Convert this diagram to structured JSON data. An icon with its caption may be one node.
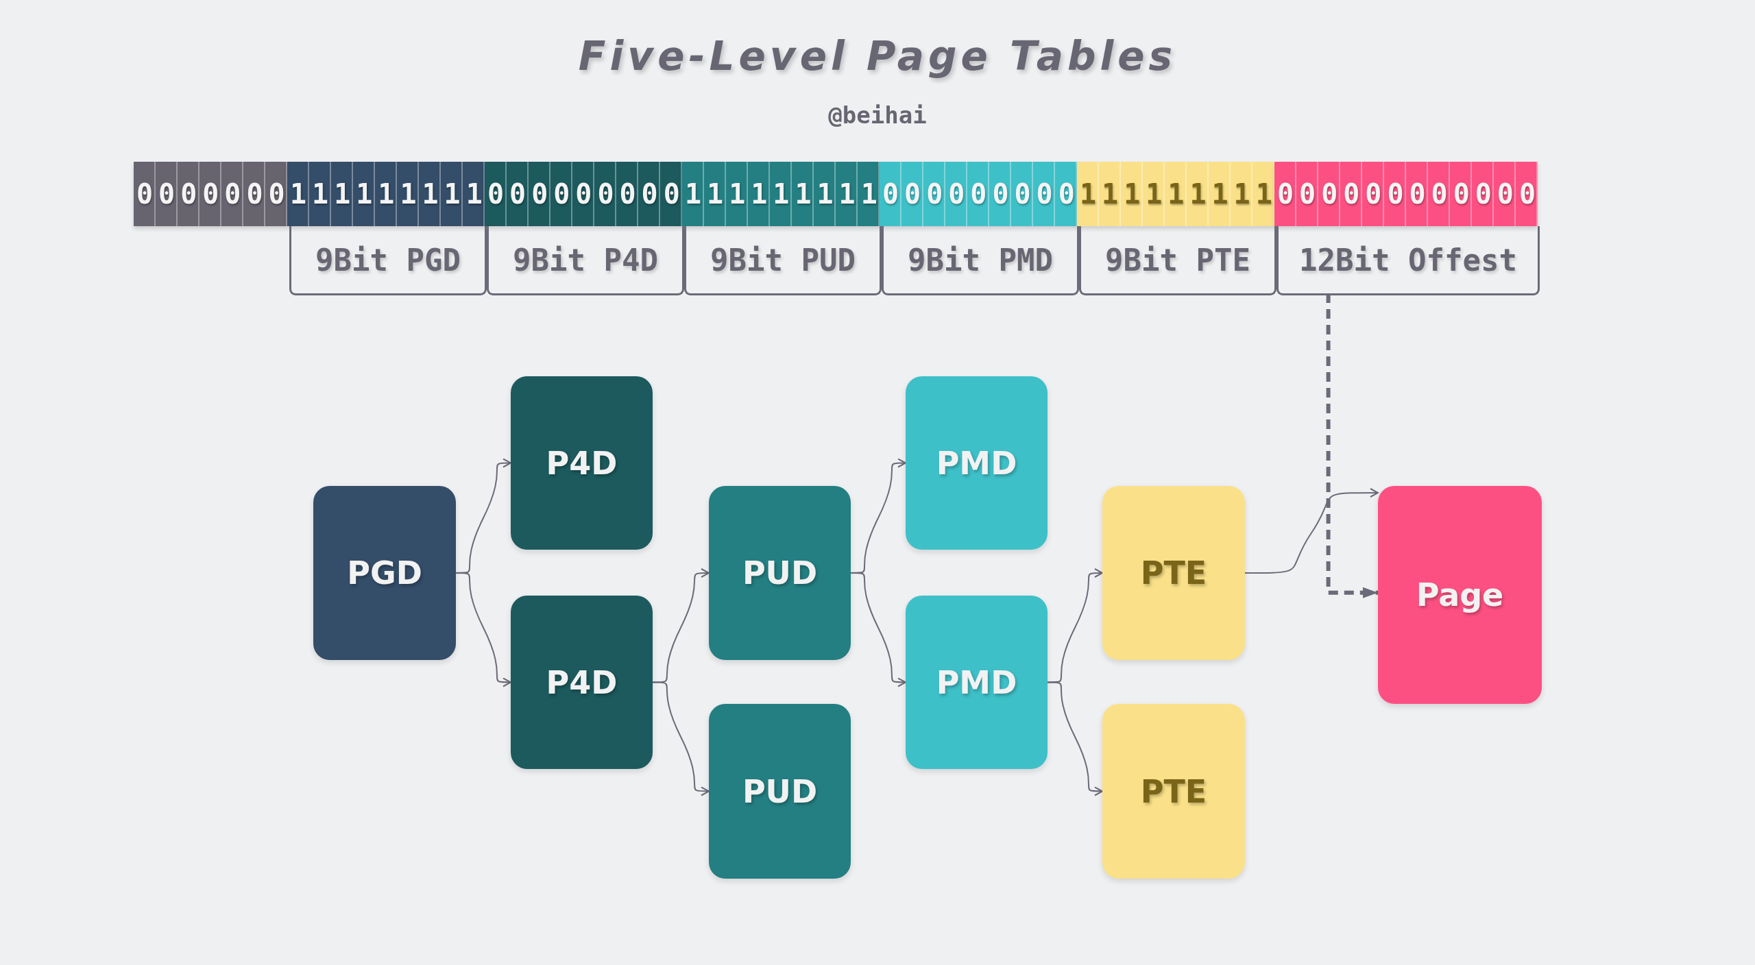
{
  "diagram": {
    "title": "Five-Level Page Tables",
    "nodes": [
      {
        "text": [
          "0000000"
        ]
      },
      {
        "text": [
          "111111111"
        ]
      },
      {
        "text": [
          "000000000"
        ]
      },
      {
        "text": [
          "111111111"
        ]
      },
      {
        "text": [
          "000000000"
        ]
      },
      {
        "text": [
          "111111111"
        ]
      },
      {
        "text": [
          "000000000000"
        ]
      },
      {
        "text": [
          "9Bit PGD"
        ]
      },
      {
        "text": [
          "9Bit P4D"
        ]
      },
      {
        "text": [
          "9Bit PUD"
        ]
      },
      {
        "text": [
          "9Bit PMD"
        ]
      },
      {
        "text": [
          "9Bit PTE"
        ]
      },
      {
        "text": [
          "12Bit Offest"
        ]
      },
      {
        "text": [
          "PGD"
        ]
      },
      {
        "text": [
          "P4D"
        ]
      },
      {
        "text": [
          "P4D"
        ]
      },
      {
        "text": [
          "PUD"
        ]
      },
      {
        "text": [
          "PUD"
        ]
      },
      {
        "text": [
          "PMD"
        ]
      },
      {
        "text": [
          "PMD"
        ]
      },
      {
        "text": [
          "PTE"
        ]
      },
      {
        "text": [
          "PTE"
        ]
      },
      {
        "text": [
          "Page"
        ]
      }
    ],
    "edges": [
      {
        "from": 13,
        "to": 14,
        "arrow": "to"
      },
      {
        "from": 13,
        "to": 15,
        "arrow": "to"
      },
      {
        "from": 15,
        "to": 16,
        "arrow": "to"
      },
      {
        "from": 15,
        "to": 17,
        "arrow": "to"
      },
      {
        "from": 16,
        "to": 18,
        "arrow": "to"
      },
      {
        "from": 16,
        "to": 19,
        "arrow": "to"
      },
      {
        "from": 19,
        "to": 20,
        "arrow": "to"
      },
      {
        "from": 19,
        "to": 21,
        "arrow": "to"
      },
      {
        "from": 20,
        "to": 22,
        "arrow": "to"
      },
      {
        "from": 12,
        "to": 22,
        "arrow": "to",
        "style": "dashed",
        "color": "#6b6a78"
      }
    ],
    "labels": [
      "@beihai"
    ]
  }
}
